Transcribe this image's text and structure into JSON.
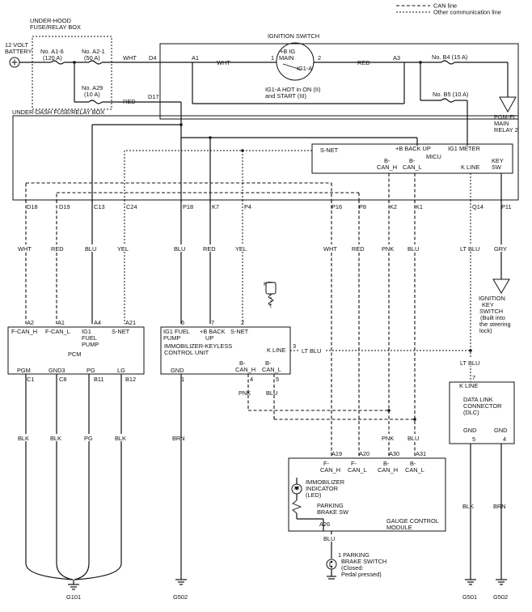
{
  "legend": {
    "can_line": "CAN line",
    "other_line": "Other communication line"
  },
  "battery": {
    "line1": "12 VOLT",
    "line2": "BATTERY"
  },
  "underhood": {
    "title1": "UNDER-HOOD",
    "title2": "FUSE/RELAY BOX",
    "fuse_a16": [
      "No. A1-6",
      "(120 A)"
    ],
    "fuse_a21": [
      "No. A2-1",
      "(50 A)"
    ],
    "fuse_a29": [
      "No. A29",
      "(10 A)"
    ]
  },
  "underdash": {
    "title": "UNDER-DASH FUSE/RELAY BOX",
    "fuse_b4": "No. B4 (15 A)",
    "fuse_b5": "No. B5 (10 A)"
  },
  "ignition": {
    "title": "IGNITION SWITCH",
    "big_main": [
      "+B IG",
      "MAIN"
    ],
    "ig1a": "IG1-A",
    "pin1": "1",
    "pin2": "2",
    "note": [
      "IG1-A HOT in ON (II)",
      "and START (III)"
    ]
  },
  "pgmfi": [
    "PGM-FI",
    "MAIN",
    "RELAY 2"
  ],
  "micu": {
    "title": "MICU",
    "snet": "S-NET",
    "bbackup": "+B BACK UP",
    "ig1meter": "IG1 METER",
    "bcanh": [
      "B-",
      "CAN_H"
    ],
    "bcanl": [
      "B-",
      "CAN_L"
    ],
    "kline": "K LINE",
    "keysw": [
      "KEY",
      "SW"
    ]
  },
  "wires": {
    "wht": "WHT",
    "red": "RED",
    "blu": "BLU",
    "yel": "YEL",
    "pnk": "PNK",
    "ltblu": "LT BLU",
    "gry": "GRY",
    "blk": "BLK",
    "brn": "BRN",
    "pg": "PG"
  },
  "terminals": {
    "d4": "D4",
    "a1": "A1",
    "a3": "A3",
    "d17": "D17",
    "d18": "D18",
    "d19": "D19",
    "c13": "C13",
    "c24": "C24",
    "p18": "P18",
    "k7": "K7",
    "p4": "P4",
    "p16": "P16",
    "p8": "P8",
    "k2": "K2",
    "k1": "K1",
    "q14": "Q14",
    "p11": "P11"
  },
  "ign_key_switch": [
    "IGNITION",
    "KEY",
    "SWITCH",
    "(Built into",
    "the steering",
    "lock)"
  ],
  "pcm": {
    "title": "PCM",
    "a2": "A2",
    "a1": "A1",
    "a4": "A4",
    "a21": "A21",
    "fcanh": "F-CAN_H",
    "fcanl": "F-CAN_L",
    "fuelpump": [
      "IG1",
      "FUEL",
      "PUMP"
    ],
    "snet": "S-NET",
    "pgm": "PGM",
    "gnd3": "GND3",
    "pg": "PG",
    "lg": "LG",
    "c1": "C1",
    "c8": "C8",
    "b11": "B11",
    "b12": "B12"
  },
  "key": "KEY",
  "immob": {
    "ig1fuel": [
      "IG1 FUEL",
      "PUMP"
    ],
    "bbackup": [
      "+B BACK",
      "UP"
    ],
    "snet": "S-NET",
    "title": [
      "IMMOBILIZER-KEYLESS",
      "CONTROL UNIT"
    ],
    "kline": "K LINE",
    "gnd": "GND",
    "bcanh": [
      "B-",
      "CAN_H"
    ],
    "bcanl": [
      "B-",
      "CAN_L"
    ],
    "p6": "6",
    "p7": "7",
    "p2": "2",
    "p3": "3",
    "p1": "1",
    "p4": "4",
    "p5": "5"
  },
  "dlc": {
    "kline": "K LINE",
    "title": [
      "DATA LINK",
      "CONNECTOR",
      "(DLC)"
    ],
    "gnd": "GND",
    "p7": "7",
    "p5": "5",
    "p4": "4"
  },
  "gauge": {
    "a19": "A19",
    "a20": "A20",
    "a30": "A30",
    "a31": "A31",
    "a26": "A26",
    "fcanh": [
      "F-",
      "CAN_H"
    ],
    "fcanl": [
      "F-",
      "CAN_L"
    ],
    "bcanh": [
      "B-",
      "CAN_H"
    ],
    "bcanl": [
      "B-",
      "CAN_L"
    ],
    "immob_ind": [
      "IMMOBILIZER",
      "INDICATOR",
      "(LED)"
    ],
    "parking": [
      "PARKING",
      "BRAKE SW"
    ],
    "title": [
      "GAUGE CONTROL",
      "MODULE"
    ]
  },
  "parking_switch": [
    "1  PARKING",
    "BRAKE SWITCH",
    "(Closed:",
    "Pedal pressed)"
  ],
  "grounds": {
    "g101": "G101",
    "g502": "G502",
    "g501": "G501"
  }
}
